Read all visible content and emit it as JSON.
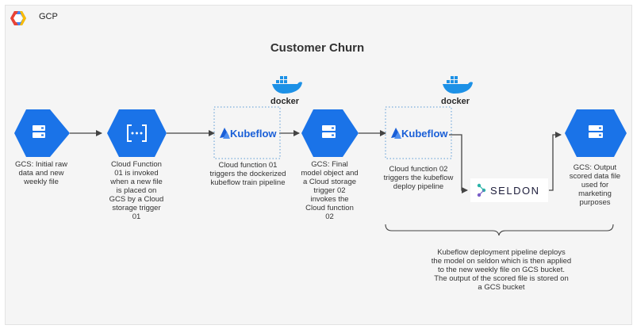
{
  "header": {
    "cloud_label": "GCP"
  },
  "title": "Customer Churn",
  "logos": {
    "kubeflow": "Kubeflow",
    "docker": "docker",
    "seldon": "SELDON"
  },
  "nodes": {
    "gcs_raw": "GCS: Initial raw\ndata and new\nweekly file",
    "cf01": "Cloud Function\n01 is invoked\nwhen a new file\nis placed on\nGCS by a Cloud\nstorage trigger\n01",
    "kf_train": "Cloud function 01\ntriggers the dockerized\nkubeflow train pipeline",
    "gcs_model": "GCS: Final\nmodel object and\na Cloud storage\ntrigger 02\ninvokes the\nCloud function\n02",
    "kf_deploy": "Cloud function 02\ntriggers the kubeflow\ndeploy pipeline",
    "gcs_output": "GCS: Output\nscored data file\nused for\nmarketing\npurposes"
  },
  "brace_note": "Kubeflow deployment pipeline deploys\nthe model on seldon which is then applied\nto the new weekly file on GCS bucket.\nThe output of the scored file is stored on\na GCS bucket",
  "colors": {
    "hex_blue": "#1a73e8",
    "kubeflow_blue": "#1a5fd7",
    "dotted_border": "#5b9bd5",
    "docker_blue": "#1d91e6",
    "seldon_teal": "#2bb3a8",
    "arrow": "#444444"
  }
}
